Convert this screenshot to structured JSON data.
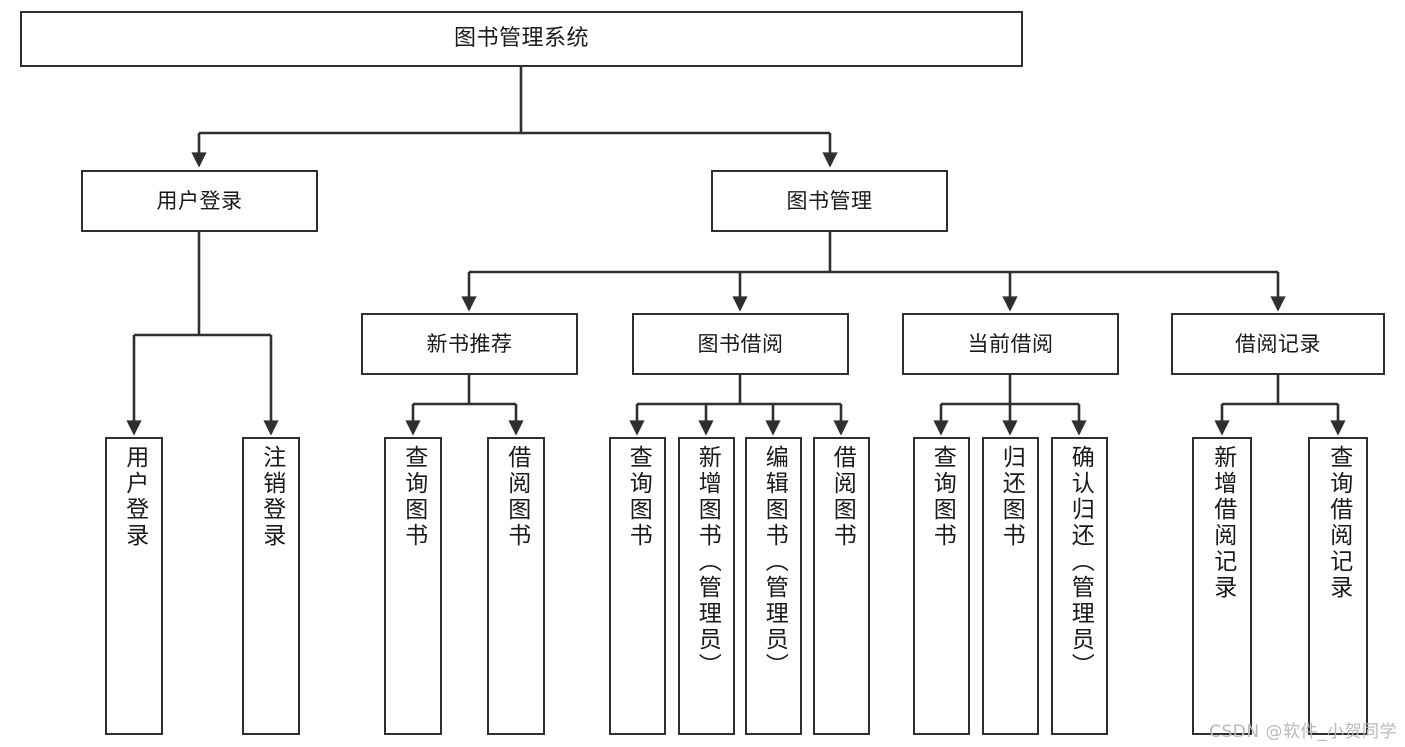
{
  "diagram": {
    "type": "tree",
    "title": "图书管理系统",
    "root": {
      "label": "图书管理系统"
    },
    "level2": [
      {
        "label": "用户登录"
      },
      {
        "label": "图书管理"
      }
    ],
    "level3": [
      {
        "label": "新书推荐"
      },
      {
        "label": "图书借阅"
      },
      {
        "label": "当前借阅"
      },
      {
        "label": "借阅记录"
      }
    ],
    "leaves": {
      "user_login": [
        {
          "label": "用户登录"
        },
        {
          "label": "注销登录"
        }
      ],
      "new_book_recommend": [
        {
          "label": "查询图书"
        },
        {
          "label": "借阅图书"
        }
      ],
      "book_borrow": [
        {
          "label": "查询图书"
        },
        {
          "label": "新增图书（管理员）"
        },
        {
          "label": "编辑图书（管理员）"
        },
        {
          "label": "借阅图书"
        }
      ],
      "current_borrow": [
        {
          "label": "查询图书"
        },
        {
          "label": "归还图书"
        },
        {
          "label": "确认归还（管理员）"
        }
      ],
      "borrow_record": [
        {
          "label": "新增借阅记录"
        },
        {
          "label": "查询借阅记录"
        }
      ]
    }
  },
  "watermark": {
    "text": "CSDN @软件_小贺同学"
  },
  "colors": {
    "box_border": "#2f2f2f",
    "box_fill": "#ffffff",
    "line": "#2f2f2f",
    "text": "#1a1a1a",
    "watermark": "#b9b9b9",
    "background": "#ffffff"
  }
}
